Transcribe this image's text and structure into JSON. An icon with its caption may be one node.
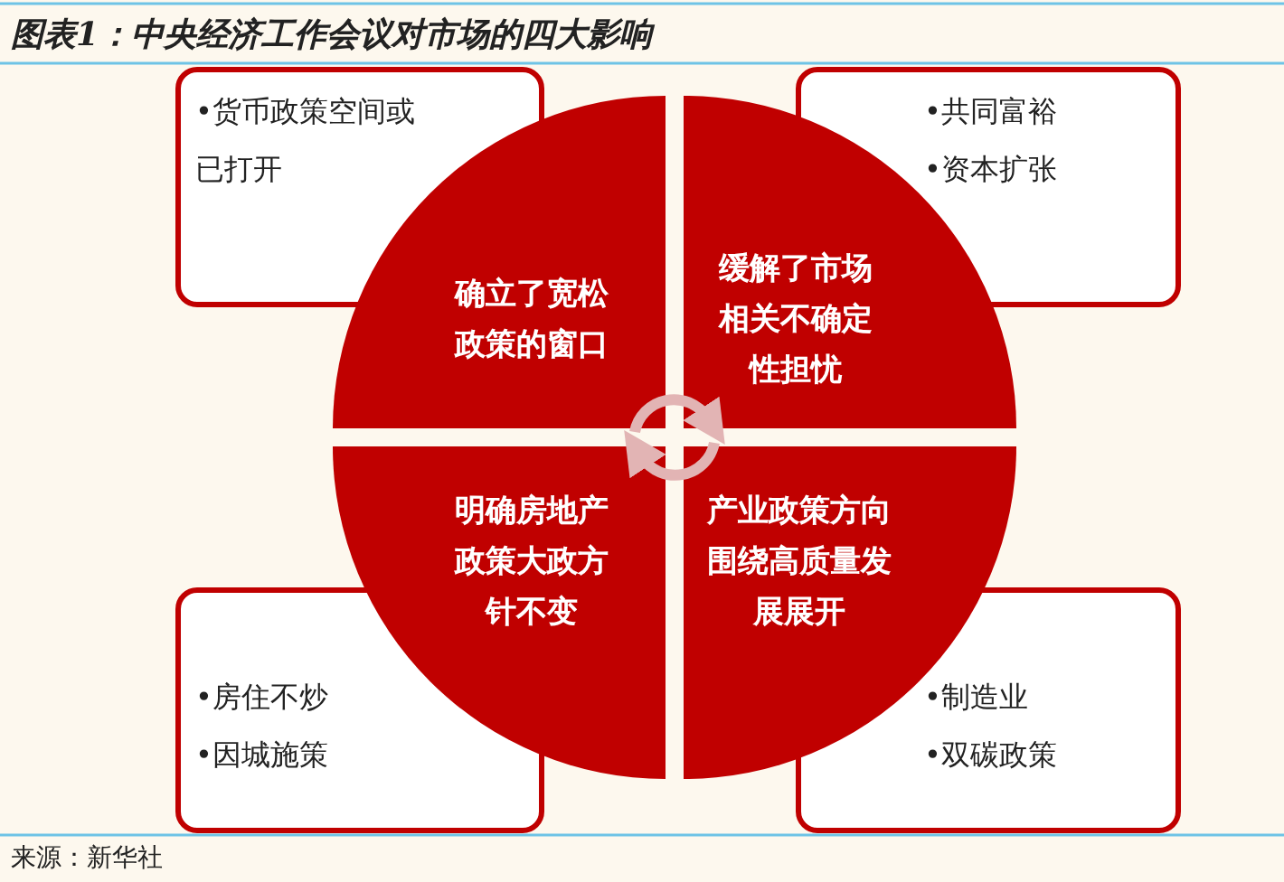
{
  "diagram": {
    "title": "图表1：中央经济工作会议对市场的四大影响",
    "caption": "来源：新华社",
    "nodes": [
      {
        "text": [
          "•货币政策空间或已打开"
        ]
      },
      {
        "text": [
          "•共同富裕",
          "•资本扩张"
        ]
      },
      {
        "text": [
          "确立了宽松政策的窗口"
        ]
      },
      {
        "text": [
          "缓解了市场相关不确定性担忧"
        ]
      },
      {
        "text": [
          "明确房地产政策大政方针不变"
        ]
      },
      {
        "text": [
          "产业政策方向围绕高质量发展展开"
        ]
      },
      {
        "text": [
          "•房住不炒",
          "•因城施策"
        ]
      },
      {
        "text": [
          "•制造业",
          "•双碳政策"
        ]
      }
    ],
    "edges": [
      {
        "from": 2,
        "to": 3,
        "arrow": "to"
      },
      {
        "from": 5,
        "to": 4,
        "arrow": "to"
      }
    ]
  }
}
